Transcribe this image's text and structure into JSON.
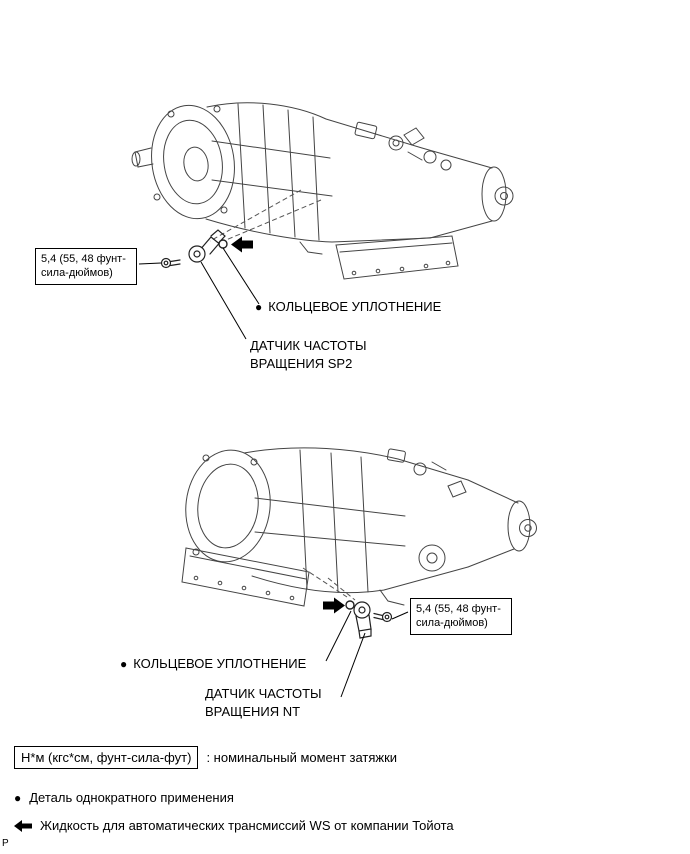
{
  "page": {
    "footer_mark": "P"
  },
  "icons": {
    "single_use_bullet": "●"
  },
  "figure_top": {
    "torque": "5,4 (55, 48 фунт-\nсила-дюймов)",
    "oring_label": "КОЛЬЦЕВОЕ УПЛОТНЕНИЕ",
    "sensor_label": "ДАТЧИК ЧАСТОТЫ\nВРАЩЕНИЯ SP2"
  },
  "figure_bottom": {
    "torque": "5,4 (55, 48 фунт-\nсила-дюймов)",
    "oring_label": "КОЛЬЦЕВОЕ УПЛОТНЕНИЕ",
    "sensor_label": "ДАТЧИК ЧАСТОТЫ\nВРАЩЕНИЯ NT"
  },
  "legend": {
    "torque_key": "Н*м (кгс*см, фунт-сила-фут)",
    "torque_desc": ": номинальный момент затяжки",
    "single_use": "Деталь однократного применения",
    "fluid_note": "Жидкость для автоматических трансмиссий WS от компании Тойота"
  }
}
